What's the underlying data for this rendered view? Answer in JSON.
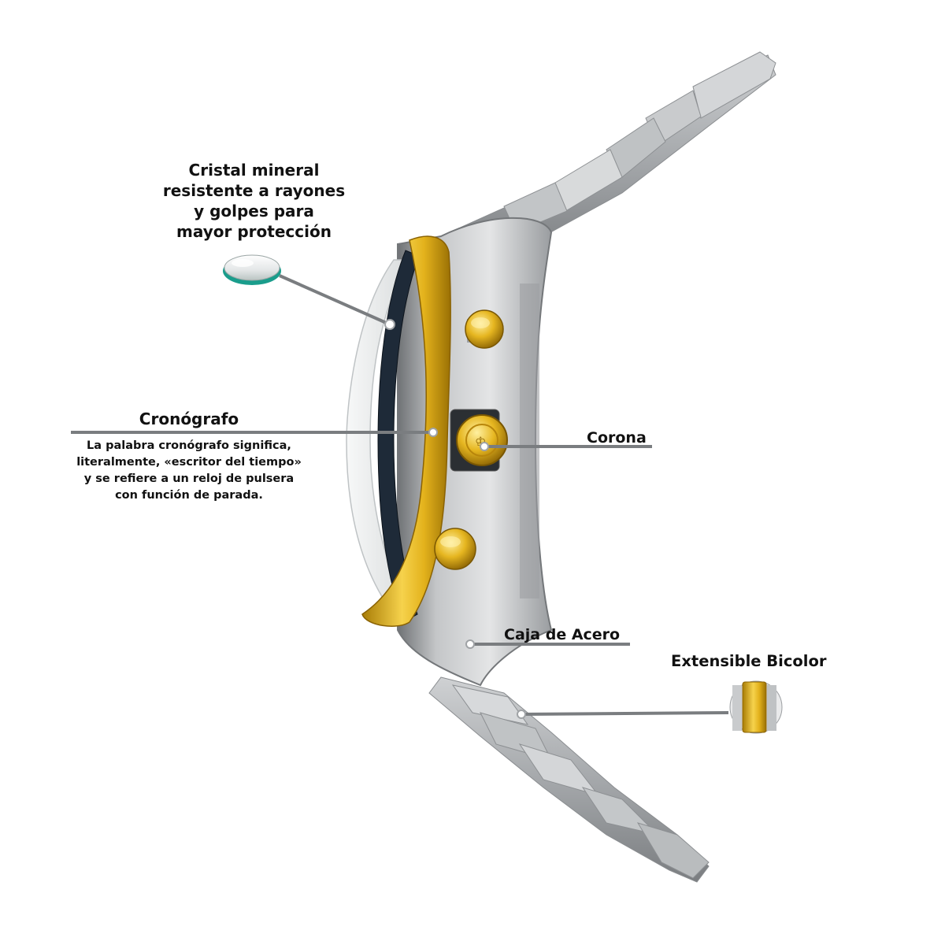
{
  "callouts": {
    "cristal": {
      "lines": [
        "Cristal mineral",
        "resistente a rayones",
        "y golpes para",
        "mayor protección"
      ]
    },
    "cronografo": {
      "title": "Cronógrafo",
      "lines": [
        "La palabra cronógrafo significa,",
        "literalmente, «escritor del tiempo»",
        "y se refiere a un reloj de pulsera",
        "con función de parada."
      ]
    },
    "corona": {
      "title": "Corona"
    },
    "caja": {
      "title": "Caja de Acero"
    },
    "extensible": {
      "title": "Extensible Bicolor"
    }
  },
  "colors": {
    "gold": "#e3b21c",
    "gold_dark": "#a87c06",
    "steel": "#b9bcbe",
    "steel_dark": "#6f7275",
    "bezel_dark": "#1e2a38",
    "leader": "#7a7d80"
  },
  "icons": [
    "crystal-lens-icon",
    "bicolor-link-icon"
  ]
}
